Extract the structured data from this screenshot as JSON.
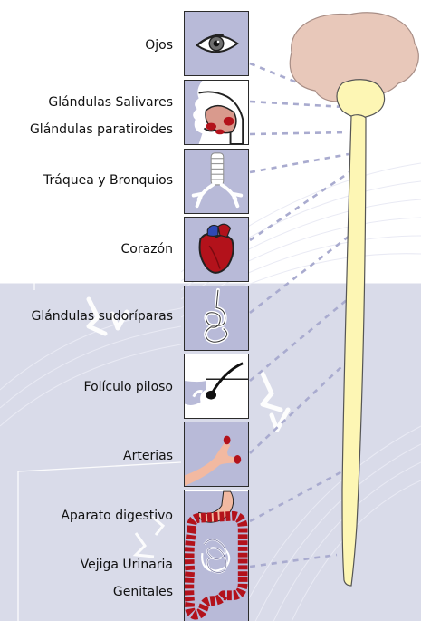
{
  "diagram": {
    "labels": {
      "eyes": "Ojos",
      "salivary": "Glándulas Salivares",
      "parathyroid": "Glándulas paratiroides",
      "trachea": "Tráquea y Bronquios",
      "heart": "Corazón",
      "sweat": "Glándulas sudoríparas",
      "hair": "Folículo piloso",
      "arteries": "Arterias",
      "digestive": "Aparato digestivo",
      "bladder": "Vejiga Urinaria",
      "genitals": "Genitales"
    },
    "colors": {
      "panel_bg": "#b8bad8",
      "connector": "#a9abcf",
      "spinal_cord": "#fdf6b4",
      "brain": "#e8c8ba",
      "organ_red": "#b3121b",
      "skin": "#f2b9a1"
    }
  }
}
